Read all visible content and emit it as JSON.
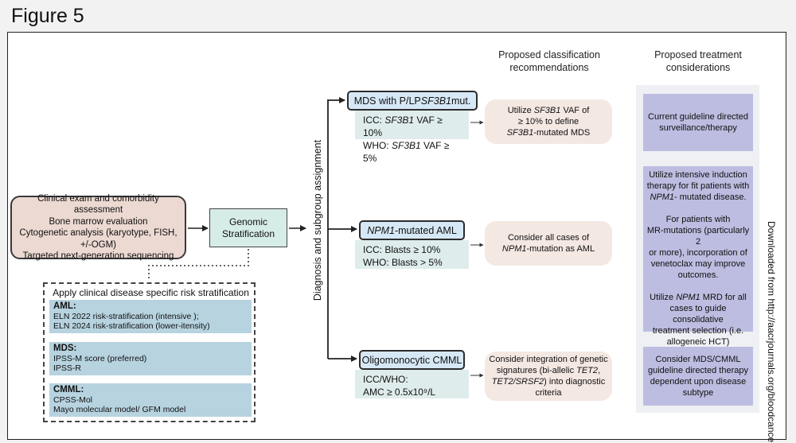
{
  "figure_label": "Figure 5",
  "headers": {
    "classification": "Proposed classification recommendations",
    "treatment": "Proposed treatment considerations"
  },
  "clinical": [
    "Clinical exam and comorbidity assessment",
    "Bone marrow evaluation",
    "Cytogenetic analysis (karyotype, FISH,",
    "+/-OGM)",
    "Targeted next-generation sequencing"
  ],
  "genomic": [
    "Genomic",
    "Stratification"
  ],
  "risk": {
    "title": "Apply clinical disease specific risk stratification",
    "groups": [
      {
        "name": "AML:",
        "items": [
          "ELN 2022 risk-stratification (intensive );",
          "ELN 2024 risk-stratification (lower-itensity)"
        ]
      },
      {
        "name": "MDS:",
        "items": [
          "IPSS-M score (preferred)",
          "IPSS-R"
        ]
      },
      {
        "name": "CMML:",
        "items": [
          "CPSS-Mol",
          "Mayo molecular model/ GFM model"
        ]
      }
    ]
  },
  "subgroup_axis": "Diagnosis and subgroup assignment",
  "subgroups": [
    {
      "title_pre": "MDS with P/LP ",
      "title_gene": "SF3B1",
      "title_post": " mut.",
      "crit": [
        {
          "pre": "ICC: ",
          "gene": "SF3B1",
          "post": " VAF ≥ 10%"
        },
        {
          "pre": "WHO: ",
          "gene": "SF3B1",
          "post": " VAF ≥ 5%"
        }
      ],
      "rec": [
        {
          "pre": "Utilize ",
          "gene": "SF3B1",
          "post": " VAF of"
        },
        {
          "pre": "≥ 10% to define",
          "gene": "",
          "post": ""
        },
        {
          "pre": "",
          "gene": "SF3B1",
          "post": "-mutated MDS"
        }
      ]
    },
    {
      "title_pre": "",
      "title_gene": "NPM1",
      "title_post": "-mutated AML",
      "crit": [
        {
          "pre": "ICC:  Blasts ≥ 10%",
          "gene": "",
          "post": ""
        },
        {
          "pre": "WHO: Blasts > 5%",
          "gene": "",
          "post": ""
        }
      ],
      "rec": [
        {
          "pre": "Consider all cases of",
          "gene": "",
          "post": ""
        },
        {
          "pre": "",
          "gene": "NPM1",
          "post": "-mutation as AML"
        }
      ]
    },
    {
      "title_pre": "Oligomonocytic CMML",
      "title_gene": "",
      "title_post": "",
      "crit": [
        {
          "pre": "ICC/WHO:",
          "gene": "",
          "post": ""
        },
        {
          "pre": "AMC ≥ 0.5x10⁹/L",
          "gene": "",
          "post": ""
        }
      ],
      "rec": [
        {
          "pre": "Consider integration of genetic",
          "gene": "",
          "post": ""
        },
        {
          "pre": "signatures (bi-allelic ",
          "gene": "TET2",
          "post": ","
        },
        {
          "pre": "",
          "gene": "TET2/SRSF2",
          "post": ") into diagnostic"
        },
        {
          "pre": "criteria",
          "gene": "",
          "post": ""
        }
      ]
    }
  ],
  "treatments": [
    {
      "lines": [
        {
          "pre": "Current guideline directed",
          "gene": "",
          "post": ""
        },
        {
          "pre": "surveillance/therapy",
          "gene": "",
          "post": ""
        }
      ]
    },
    {
      "lines": [
        {
          "pre": "Utilize intensive induction",
          "gene": "",
          "post": ""
        },
        {
          "pre": "therapy for fit patients with",
          "gene": "",
          "post": ""
        },
        {
          "pre": "",
          "gene": "NPM1",
          "post": "- mutated disease."
        },
        {
          "pre": " ",
          "gene": "",
          "post": ""
        },
        {
          "pre": "For patients with",
          "gene": "",
          "post": ""
        },
        {
          "pre": "MR-mutations (particularly 2",
          "gene": "",
          "post": ""
        },
        {
          "pre": "or more), incorporation of",
          "gene": "",
          "post": ""
        },
        {
          "pre": "venetoclax may improve",
          "gene": "",
          "post": ""
        },
        {
          "pre": "outcomes.",
          "gene": "",
          "post": ""
        },
        {
          "pre": " ",
          "gene": "",
          "post": ""
        },
        {
          "pre": "Utilize ",
          "gene": "NPM1",
          "post": " MRD for all"
        },
        {
          "pre": "cases to guide consolidative",
          "gene": "",
          "post": ""
        },
        {
          "pre": "treatment selection (i.e.",
          "gene": "",
          "post": ""
        },
        {
          "pre": "allogeneic HCT)",
          "gene": "",
          "post": ""
        }
      ]
    },
    {
      "lines": [
        {
          "pre": "Consider MDS/CMML",
          "gene": "",
          "post": ""
        },
        {
          "pre": "guideline directed therapy",
          "gene": "",
          "post": ""
        },
        {
          "pre": "dependent upon disease",
          "gene": "",
          "post": ""
        },
        {
          "pre": "subtype",
          "gene": "",
          "post": ""
        }
      ]
    }
  ],
  "side_note": "Downloaded from http://aacrjournals.org/bloodcancerdis"
}
